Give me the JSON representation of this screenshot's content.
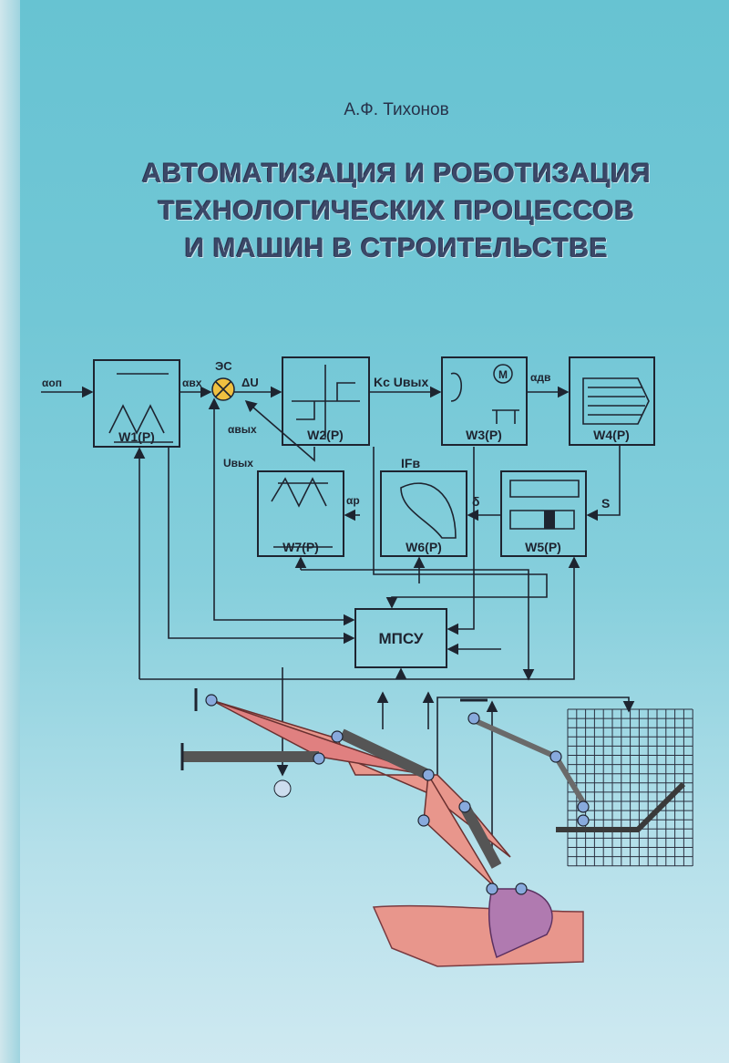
{
  "author": "А.Ф. Тихонов",
  "title": [
    "АВТОМАТИЗАЦИЯ И РОБОТИЗАЦИЯ",
    "ТЕХНОЛОГИЧЕСКИХ ПРОЦЕССОВ",
    "И МАШИН В СТРОИТЕЛЬСТВЕ"
  ],
  "diagram": {
    "blocks": {
      "w1": "W1(P)",
      "w2": "W2(P)",
      "w3": "W3(P)",
      "w4": "W4(P)",
      "w5": "W5(P)",
      "w6": "W6(P)",
      "w7": "W7(P)",
      "controller": "МПСУ"
    },
    "signals": {
      "alpha_op": "αоп",
      "alpha_in": "αвх",
      "summator": "ЭС",
      "delta_u": "ΔU",
      "kc_uout": "Kc Uвых",
      "alpha_dv": "αдв",
      "alpha_out": "αвых",
      "u_out": "Uвых",
      "alpha_r": "αр",
      "force": "IFв",
      "delta": "δ",
      "s": "S",
      "motor": "M"
    }
  },
  "colors": {
    "background": "#72c7d6",
    "title": "#3b4868",
    "summator": "#f0c040",
    "boom": "#e8968c",
    "bucket": "#b07ab0"
  }
}
